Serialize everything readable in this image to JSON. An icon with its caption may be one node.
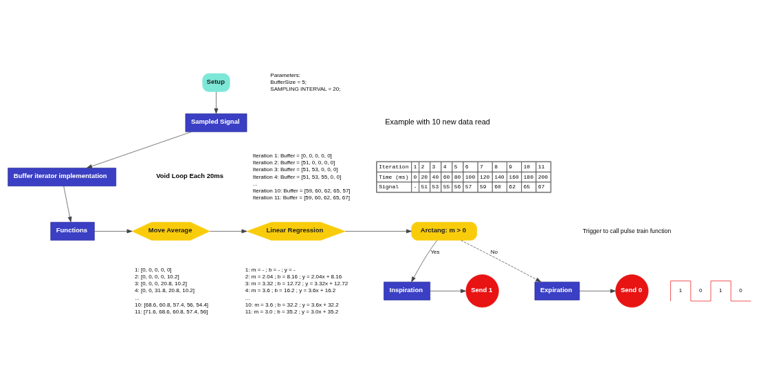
{
  "diagram": {
    "nodes": [
      {
        "text": [
          "Setup"
        ],
        "beside": [
          "Parameters:",
          "BufferSize = 5;",
          "SAMPLING INTERVAL = 20;"
        ]
      },
      {
        "text": [
          "Sampled Signal"
        ]
      },
      {
        "text": [
          "Buffer iterator implementation"
        ],
        "beside": [
          "Iteration 1: Buffer = [0, 0, 0, 0, 0]",
          "Iteration 2: Buffer = [51, 0, 0, 0, 0]",
          "Iteration 3: Buffer = [51, 53, 0, 0, 0]",
          "Iteration 4: Buffer = [51, 53, 55, 0, 0]",
          "...",
          "Iteration 10: Buffer = [59, 60, 62, 65, 57]",
          "Iteration 11: Buffer = [59, 60, 62, 65, 67]"
        ]
      },
      {
        "text": [
          "Functions"
        ]
      },
      {
        "text": [
          "Move Average"
        ],
        "beside": [
          "1: [0, 0, 0, 0, 0]",
          "2: [0, 0, 0, 0, 10.2]",
          "3: [0, 0, 0, 20.8, 10.2]",
          "4: [0, 0, 31.8, 20.8, 10.2]",
          "...",
          "10: [68.6, 60.8, 57.4, 56, 54.4]",
          "11: [71.6, 68.6, 60.8, 57.4, 56]"
        ]
      },
      {
        "text": [
          "Linear Regression"
        ],
        "beside": [
          "1: m = - ; b = - ; y = -",
          "2: m = 2.04 ; b = 8.16 ; y = 2.04x + 8.16",
          "3: m = 3.32 ; b = 12.72 ; y = 3.32x + 12.72",
          "4: m = 3.6 ; b = 16.2 ; y = 3.6x + 16.2",
          "...",
          "10: m = 3.6 ; b = 32.2 ; y = 3.6x + 32.2",
          "11: m = 3.0 ; b = 35.2 ; y = 3.0x + 35.2"
        ]
      },
      {
        "text": [
          "Arctang: m > 0"
        ]
      },
      {
        "text": [
          "Inspiration"
        ]
      },
      {
        "text": [
          "Send 1"
        ]
      },
      {
        "text": [
          "Expiration"
        ]
      },
      {
        "text": [
          "Send 0"
        ]
      }
    ],
    "edges": [
      {
        "from": 0,
        "to": 1,
        "arrow": "to"
      },
      {
        "from": 1,
        "to": 2,
        "arrow": "to"
      },
      {
        "from": 2,
        "to": 3,
        "arrow": "to"
      },
      {
        "from": 3,
        "to": 4,
        "arrow": "to"
      },
      {
        "from": 4,
        "to": 5,
        "arrow": "to"
      },
      {
        "from": 5,
        "to": 6,
        "arrow": "to"
      },
      {
        "from": 6,
        "to": 7,
        "arrow": "to",
        "label": "Yes"
      },
      {
        "from": 6,
        "to": 9,
        "arrow": "to",
        "label": "No",
        "style": "dashed"
      },
      {
        "from": 7,
        "to": 8,
        "arrow": "to"
      },
      {
        "from": 9,
        "to": 10,
        "arrow": "to"
      }
    ],
    "labels": [
      "Void Loop Each 20ms",
      "Example with 10 new data read",
      "Iteration",
      "1",
      "2",
      "3",
      "4",
      "5",
      "6",
      "7",
      "8",
      "9",
      "10",
      "11",
      "Time (ms)",
      "0",
      "20",
      "40",
      "60",
      "80",
      "100",
      "120",
      "140",
      "160",
      "180",
      "200",
      "Signal",
      "-",
      "51",
      "53",
      "55",
      "56",
      "57",
      "59",
      "60",
      "62",
      "65",
      "67",
      "Trigger to call pulse train function",
      "1",
      "0",
      "1",
      "0"
    ]
  }
}
